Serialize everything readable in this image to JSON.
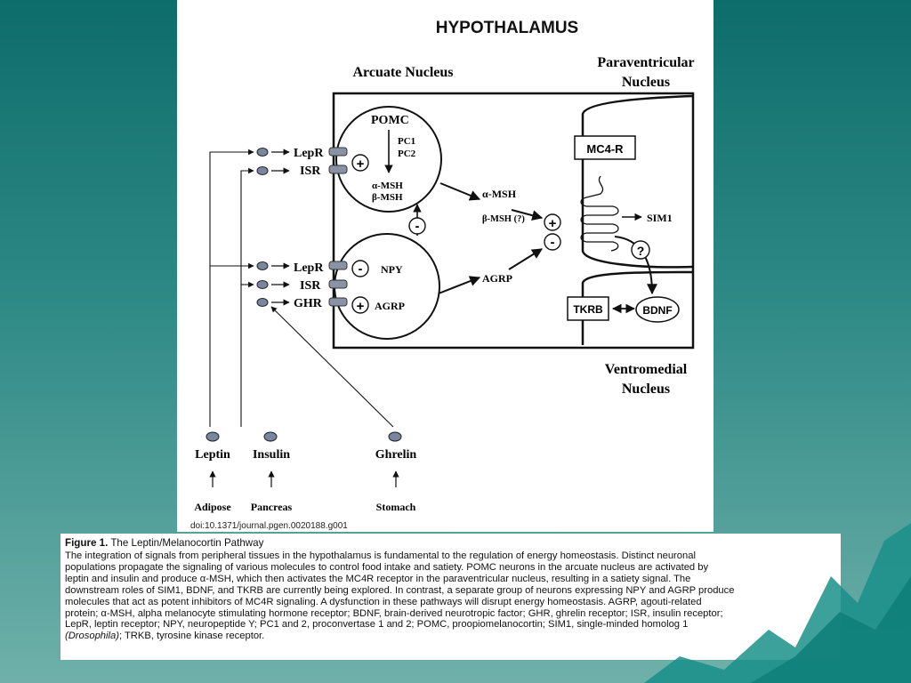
{
  "diagram": {
    "title": "HYPOTHALAMUS",
    "regions": {
      "arcuate": "Arcuate Nucleus",
      "paraventricular_line1": "Paraventricular",
      "paraventricular_line2": "Nucleus",
      "ventromedial_line1": "Ventromedial",
      "ventromedial_line2": "Nucleus"
    },
    "pomc_neuron": {
      "name": "POMC",
      "enzyme1": "PC1",
      "enzyme2": "PC2",
      "product1": "α-MSH",
      "product2": "β-MSH",
      "sign": "+"
    },
    "npy_neuron": {
      "npy": "NPY",
      "agrp": "AGRP",
      "npy_sign": "-",
      "agrp_sign": "+"
    },
    "inhibition_sign": "-",
    "receptors_top": [
      "LepR",
      "ISR"
    ],
    "receptors_bottom": [
      "LepR",
      "ISR",
      "GHR"
    ],
    "signals": {
      "alpha_msh": "α-MSH",
      "beta_msh": "β-MSH (?)",
      "agrp": "AGRP",
      "plus": "+",
      "minus": "-"
    },
    "pvn": {
      "receptor": "MC4-R",
      "target": "SIM1",
      "unknown": "?"
    },
    "vmn": {
      "tkrb": "TKRB",
      "bdnf": "BDNF"
    },
    "hormones": [
      {
        "name": "Leptin",
        "source": "Adipose"
      },
      {
        "name": "Insulin",
        "source": "Pancreas"
      },
      {
        "name": "Ghrelin",
        "source": "Stomach"
      }
    ],
    "doi": "doi:10.1371/journal.pgen.0020188.g001"
  },
  "caption": {
    "label": "Figure 1.",
    "title": "The Leptin/Melanocortin Pathway",
    "lines": [
      "The integration of signals from peripheral tissues in the hypothalamus is fundamental to the regulation of energy homeostasis. Distinct neuronal",
      "populations propagate the signaling of various molecules to control food intake and satiety. POMC neurons in the arcuate nucleus are activated by",
      "leptin and insulin and produce α-MSH, which then activates the MC4R receptor in the paraventricular nucleus, resulting in a satiety signal. The",
      "downstream roles of SIM1, BDNF, and TKRB are currently being explored. In contrast, a separate group of neurons expressing NPY and AGRP produce",
      "molecules that act as potent inhibitors of MC4R signaling. A dysfunction in these pathways will disrupt energy homeostasis. AGRP, agouti-related",
      "protein; α-MSH, alpha melanocyte stimulating hormone receptor; BDNF, brain-derived neurotropic factor; GHR, ghrelin receptor; ISR, insulin receptor;",
      "LepR, leptin receptor; NPY, neuropeptide Y; PC1 and 2, proconvertase 1 and 2; POMC, proopiomelanocortin; SIM1, single-minded homolog 1"
    ],
    "last_line_italic": "(Drosophila)",
    "last_line_rest": "; TRKB, tyrosine kinase receptor."
  },
  "colors": {
    "background_top": "#0d6d6b",
    "background_bottom": "#6fb0aa",
    "receptor_fill": "#8a93a6",
    "dot_fill": "#7886a0"
  }
}
